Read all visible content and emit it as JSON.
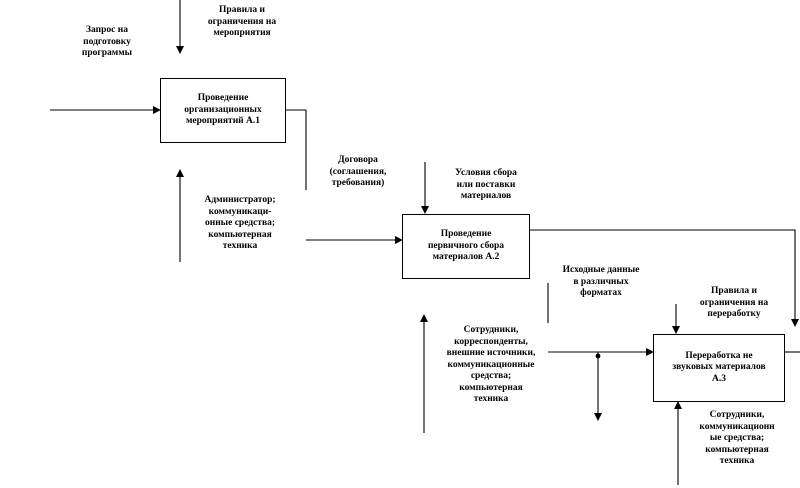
{
  "boxes": [
    {
      "id": "a1",
      "lines": [
        "Проведение",
        "организационных",
        "мероприятий  А.1"
      ]
    },
    {
      "id": "a2",
      "lines": [
        "Проведение",
        "первичного сбора",
        "материалов     А.2"
      ]
    },
    {
      "id": "a3",
      "lines": [
        "Переработка не",
        "звуковых материалов",
        "А.3"
      ]
    }
  ],
  "labels": {
    "request": [
      "Запрос на",
      "подготовку",
      "программы"
    ],
    "rules_events": [
      "Правила и",
      "ограничения на",
      "мероприятия"
    ],
    "administrator": [
      "Администратор;",
      "коммуникаци-",
      "онные средства;",
      "компьютерная",
      "техника"
    ],
    "contracts": [
      "Договора",
      "(соглашения,",
      "требования)"
    ],
    "collection_conditions": [
      "Условия сбора",
      "или поставки",
      "материалов"
    ],
    "source_data": [
      "Исходные  данные",
      "в различных",
      "форматах"
    ],
    "employees_a2": [
      "Сотрудники,",
      "корреспонденты,",
      "внешние источники,",
      "коммуникационные",
      "средства;",
      "компьютерная",
      "техника"
    ],
    "rules_processing": [
      "Правила и",
      "ограничения на",
      "переработку"
    ],
    "employees_a3": [
      "Сотрудники,",
      "коммуникационн",
      "ые средства;",
      "компьютерная",
      "техника"
    ]
  }
}
